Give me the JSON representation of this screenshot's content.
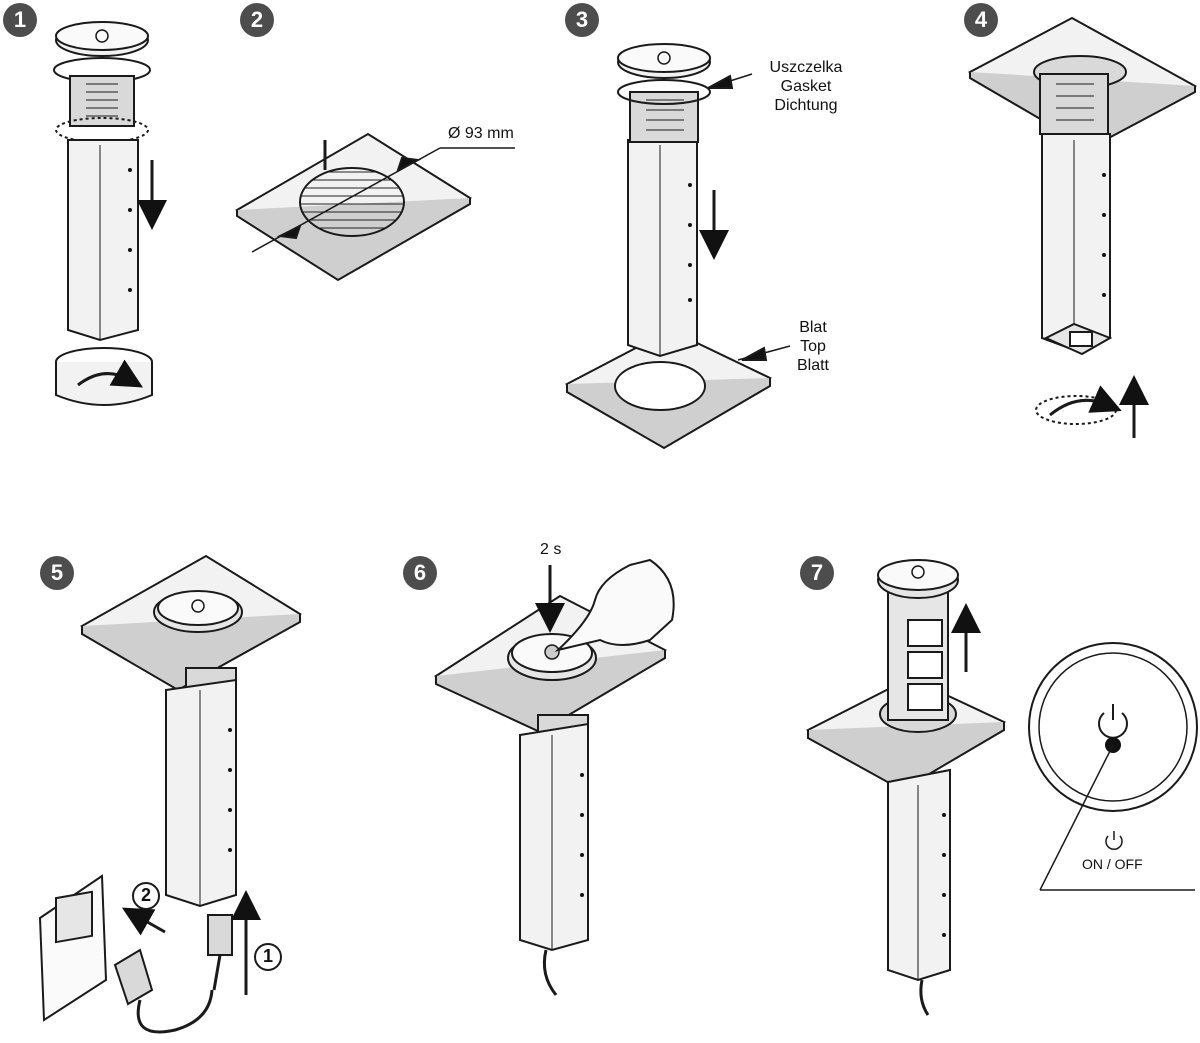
{
  "steps": {
    "s1": "1",
    "s2": "2",
    "s3": "3",
    "s4": "4",
    "s5": "5",
    "s6": "6",
    "s7": "7"
  },
  "labels": {
    "diameter": "Ø 93 mm",
    "gasket": [
      "Uszczelka",
      "Gasket",
      "Dichtung"
    ],
    "top": [
      "Blat",
      "Top",
      "Blatt"
    ],
    "press_time": "2 s",
    "on_off": "ON / OFF",
    "sub_step_1": "1",
    "sub_step_2": "2"
  },
  "colors": {
    "badge": "#4d4d4d",
    "line": "#1a1a1a",
    "fill_light": "#f2f2f2",
    "fill_mid": "#d9d9d9"
  }
}
